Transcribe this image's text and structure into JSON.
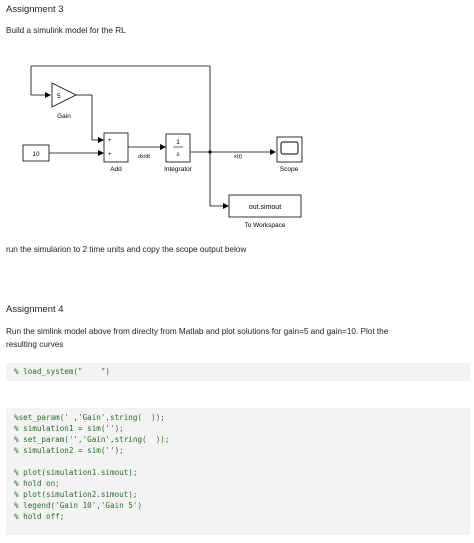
{
  "assignment3": {
    "title": "Assignment 3",
    "instruction": "Build a simulink model for the RL",
    "after_diagram": "run the simularion to 2 time units and copy the scope output below"
  },
  "diagram": {
    "gain_value": "5",
    "gain_label": "Gain",
    "constant_value": "10",
    "add_label": "Add",
    "add_signs": [
      "+",
      "+"
    ],
    "integrator_top": "1",
    "integrator_bottom": "s",
    "integrator_label": "Integrator",
    "signal_dxdt": "dx/dt",
    "signal_xt": "x(t)",
    "scope_label": "Scope",
    "workspace_var": "out.simout",
    "workspace_label": "To Workspace"
  },
  "assignment4": {
    "title": "Assignment 4",
    "instruction_line1": "Run the simlink model above from direclty from Matlab and plot solutions for gain=5 and gain=10. Plot the",
    "instruction_line2": "resulting curves"
  },
  "code1": {
    "lines": [
      "% load_system(\"    \")"
    ]
  },
  "code2": {
    "lines": [
      "%set_param(' ,'Gain',string(  ));",
      "% simulation1 = sim('');",
      "% set_param('','Gain',string(  ));",
      "% simulation2 = sim('');",
      "",
      "% plot(simulation1.simout);",
      "% hold on;",
      "% plot(simulation2.simout);",
      "% legend('Gain 10','Gain 5')",
      "% hold off;"
    ]
  }
}
